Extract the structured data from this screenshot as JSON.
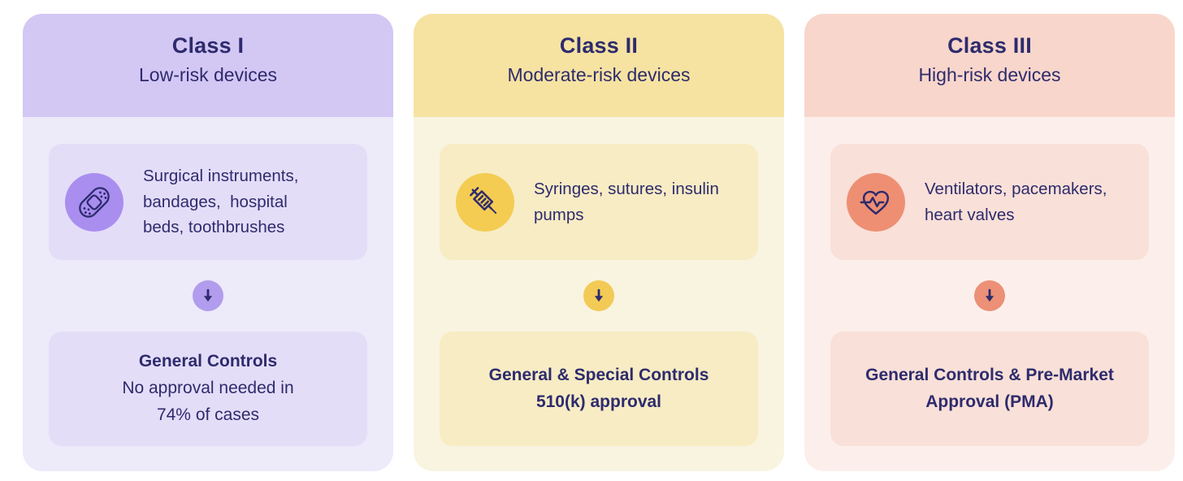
{
  "page": {
    "background": "#ffffff",
    "text_color": "#2e2b6d"
  },
  "columns": [
    {
      "id": "class-i",
      "title": "Class I",
      "subtitle": "Low-risk devices",
      "icon": "bandage-icon",
      "examples_text": "Surgical instruments,\nbandages,  hospital\nbeds, toothbrushes",
      "arrow_glyph": "↓",
      "controls_bold": "General Controls",
      "controls_regular": "No approval needed in\n74% of cases",
      "colors": {
        "header": "#d3c7f4",
        "body": "#edeafa",
        "card": "#e4ddf8",
        "icon_bg": "#a98ef0",
        "arrow_bg": "#b29cee"
      }
    },
    {
      "id": "class-ii",
      "title": "Class II",
      "subtitle": "Moderate-risk devices",
      "icon": "syringe-icon",
      "examples_text": "Syringes, sutures, insulin\npumps",
      "arrow_glyph": "↓",
      "controls_bold": "General & Special Controls\n510(k) approval",
      "controls_regular": "",
      "colors": {
        "header": "#f6e3a2",
        "body": "#f9f4e0",
        "card": "#f7ecc4",
        "icon_bg": "#f4cc52",
        "arrow_bg": "#f2ca55"
      }
    },
    {
      "id": "class-iii",
      "title": "Class III",
      "subtitle": "High-risk devices",
      "icon": "heart-pulse-icon",
      "examples_text": "Ventilators, pacemakers,\nheart valves",
      "arrow_glyph": "↓",
      "controls_bold": "General Controls & Pre-Market\nApproval (PMA)",
      "controls_regular": "",
      "colors": {
        "header": "#f8d6cb",
        "body": "#fcefeb",
        "card": "#f9e0d8",
        "icon_bg": "#ee8f73",
        "arrow_bg": "#ec9077"
      }
    }
  ]
}
